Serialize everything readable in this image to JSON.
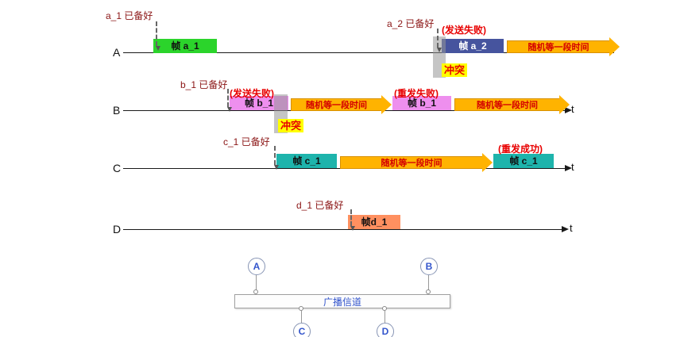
{
  "stations": {
    "a": "A",
    "b": "B",
    "c": "C",
    "d": "D"
  },
  "axis_label": "t",
  "ready_labels": {
    "a1": "a_1 已备好",
    "a2": "a_2 已备好",
    "b1": "b_1 已备好",
    "c1": "c_1 已备好",
    "d1": "d_1 已备好"
  },
  "frames": {
    "a1": "帧 a_1",
    "a2": "帧 a_2",
    "b1": "帧 b_1",
    "c1": "帧 c_1",
    "d1": "帧d_1"
  },
  "annotations": {
    "send_fail": "(发送失败)",
    "resend_fail": "(重发失败)",
    "resend_success": "(重发成功)",
    "collision": "冲突",
    "random_wait": "随机等一段时间"
  },
  "network": {
    "bus_label": "广播信道",
    "nodes": {
      "a": "A",
      "b": "B",
      "c": "C",
      "d": "D"
    }
  },
  "colors": {
    "frame_a1": "#2bd42b",
    "frame_a2": "#46549e",
    "frame_b1": "#ee8fee",
    "frame_c1": "#1eb4ac",
    "frame_d1": "#ff9060",
    "wait_arrow": "#ffb300",
    "wait_arrow_text": "#d40000",
    "collision_highlight": "#ffff00",
    "collision_band": "#969696",
    "failure_text": "#e80000",
    "ready_text": "#8b1515",
    "network_text": "#3355cc"
  }
}
